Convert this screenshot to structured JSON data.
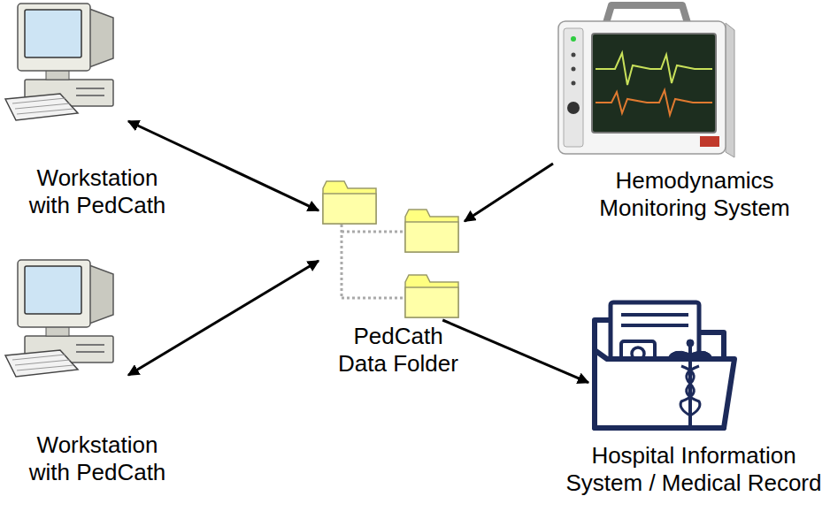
{
  "diagram": {
    "nodes": [
      {
        "text": [
          "Workstation with PedCath"
        ]
      },
      {
        "text": [
          "Hemodynamics Monitoring System"
        ]
      },
      {
        "text": [
          "PedCath Data Folder"
        ]
      },
      {
        "text": [
          "Workstation with PedCath"
        ]
      },
      {
        "text": [
          "Hospital Information System / Medical Record"
        ]
      }
    ],
    "edges": [
      {
        "from": 0,
        "to": 2,
        "arrow": "both"
      },
      {
        "from": 1,
        "to": 2,
        "arrow": "to"
      },
      {
        "from": 3,
        "to": 2,
        "arrow": "both"
      },
      {
        "from": 2,
        "to": 4,
        "arrow": "to"
      }
    ]
  }
}
